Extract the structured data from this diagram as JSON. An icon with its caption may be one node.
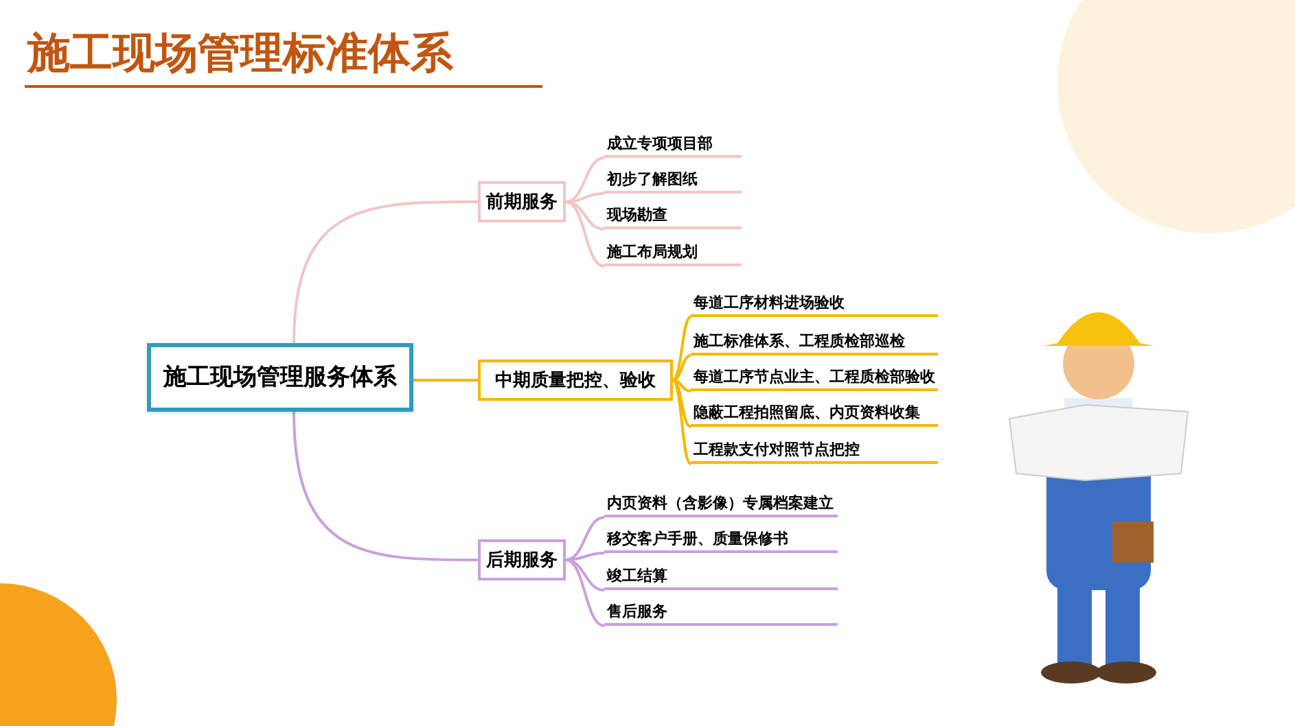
{
  "diagram": {
    "title": "施工现场管理标准体系",
    "nodes": [
      {
        "text": [
          "施工现场管理服务体系"
        ]
      },
      {
        "text": [
          "前期服务"
        ]
      },
      {
        "text": [
          "成立专项项目部"
        ]
      },
      {
        "text": [
          "初步了解图纸"
        ]
      },
      {
        "text": [
          "现场勘查"
        ]
      },
      {
        "text": [
          "施工布局规划"
        ]
      },
      {
        "text": [
          "中期质量把控、验收"
        ]
      },
      {
        "text": [
          "每道工序材料进场验收"
        ]
      },
      {
        "text": [
          "施工标准体系、工程质检部巡检"
        ]
      },
      {
        "text": [
          "每道工序节点业主、工程质检部验收"
        ]
      },
      {
        "text": [
          "隐蔽工程拍照留底、内页资料收集"
        ]
      },
      {
        "text": [
          "工程款支付对照节点把控"
        ]
      },
      {
        "text": [
          "后期服务"
        ]
      },
      {
        "text": [
          "内页资料（含影像）专属档案建立"
        ]
      },
      {
        "text": [
          "移交客户手册、质量保修书"
        ]
      },
      {
        "text": [
          "竣工结算"
        ]
      },
      {
        "text": [
          "售后服务"
        ]
      }
    ],
    "edges": [
      {
        "from": 0,
        "to": 1,
        "arrow": "none",
        "color": "#f3c4c4"
      },
      {
        "from": 1,
        "to": 2,
        "arrow": "none",
        "color": "#f3c4c4"
      },
      {
        "from": 1,
        "to": 3,
        "arrow": "none",
        "color": "#f3c4c4"
      },
      {
        "from": 1,
        "to": 4,
        "arrow": "none",
        "color": "#f3c4c4"
      },
      {
        "from": 1,
        "to": 5,
        "arrow": "none",
        "color": "#f3c4c4"
      },
      {
        "from": 0,
        "to": 6,
        "arrow": "none",
        "color": "#f5b800"
      },
      {
        "from": 6,
        "to": 7,
        "arrow": "none",
        "color": "#f5b800"
      },
      {
        "from": 6,
        "to": 8,
        "arrow": "none",
        "color": "#f5b800"
      },
      {
        "from": 6,
        "to": 9,
        "arrow": "none",
        "color": "#f5b800"
      },
      {
        "from": 6,
        "to": 10,
        "arrow": "none",
        "color": "#f5b800"
      },
      {
        "from": 6,
        "to": 11,
        "arrow": "none",
        "color": "#f5b800"
      },
      {
        "from": 0,
        "to": 12,
        "arrow": "none",
        "color": "#c9a0dc"
      },
      {
        "from": 12,
        "to": 13,
        "arrow": "none",
        "color": "#c9a0dc"
      },
      {
        "from": 12,
        "to": 14,
        "arrow": "none",
        "color": "#c9a0dc"
      },
      {
        "from": 12,
        "to": 15,
        "arrow": "none",
        "color": "#c9a0dc"
      },
      {
        "from": 12,
        "to": 16,
        "arrow": "none",
        "color": "#c9a0dc"
      }
    ]
  }
}
